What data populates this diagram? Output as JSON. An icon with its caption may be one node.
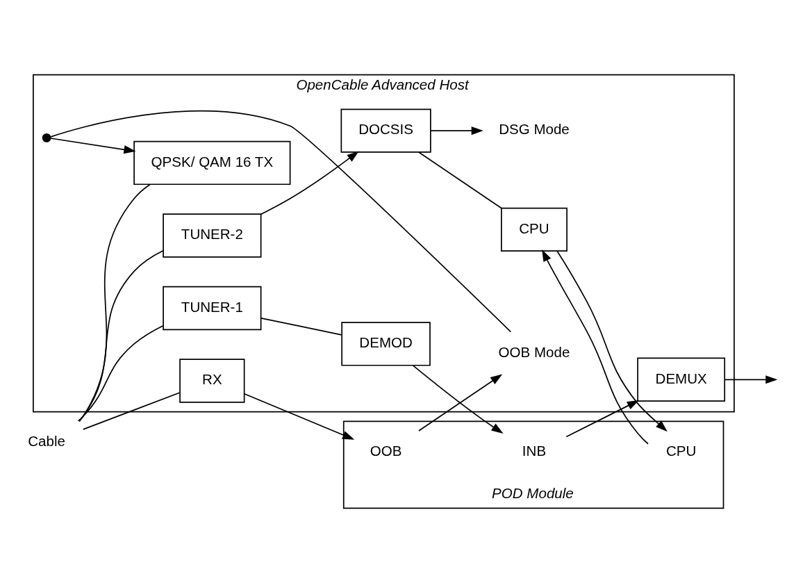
{
  "diagram": {
    "nodes": [
      {
        "text": [
          "OpenCable Advanced Host"
        ]
      },
      {
        "text": [
          "TUNER-1"
        ],
        "in": 0
      },
      {
        "text": [
          "DEMOD"
        ],
        "in": 0
      },
      {
        "text": [
          "DEMUX"
        ],
        "in": 0
      },
      {
        "text": [
          "TUNER-2"
        ],
        "in": 0
      },
      {
        "text": [
          "DOCSIS"
        ],
        "in": 0
      },
      {
        "text": [
          "CPU"
        ],
        "in": 0
      },
      {
        "text": [
          "Cable"
        ]
      },
      {
        "text": [
          "DSG Mode"
        ],
        "in": 0
      },
      {
        "text": [
          "QPSK/ QAM 16 TX"
        ],
        "in": 0
      },
      {
        "text": [],
        "shape": "circle",
        "in": 0
      },
      {
        "text": [
          "OOB Mode"
        ],
        "in": 0
      },
      {
        "text": [
          "RX"
        ],
        "in": 0
      },
      {
        "text": [
          "POD Module"
        ]
      },
      {
        "text": [
          "OOB"
        ],
        "in": 13
      },
      {
        "text": [
          "INB"
        ],
        "in": 13
      },
      {
        "text": [
          "CPU"
        ],
        "in": 13
      }
    ],
    "edges": [
      {
        "from": 7,
        "to": 1,
        "arrow": "none"
      },
      {
        "from": 7,
        "to": 4,
        "arrow": "none"
      },
      {
        "from": 7,
        "to": 9,
        "arrow": "none"
      },
      {
        "from": 7,
        "to": 12,
        "arrow": "none"
      },
      {
        "from": 1,
        "to": 2,
        "arrow": "none"
      },
      {
        "from": 2,
        "to": 15,
        "arrow": "to"
      },
      {
        "from": 15,
        "to": 3,
        "arrow": "to"
      },
      {
        "from": 3,
        "to": null,
        "arrow": "to"
      },
      {
        "from": 4,
        "to": 5,
        "arrow": "to"
      },
      {
        "from": 5,
        "to": 6,
        "arrow": "none"
      },
      {
        "from": 5,
        "to": 8,
        "arrow": "to"
      },
      {
        "from": 14,
        "to": 11,
        "arrow": "to"
      },
      {
        "from": 10,
        "to": 9,
        "arrow": "to"
      },
      {
        "from": 10,
        "to": 11,
        "arrow": "none"
      },
      {
        "from": 12,
        "to": 14,
        "arrow": "to"
      },
      {
        "from": 16,
        "to": 6,
        "arrow": "to"
      },
      {
        "from": 6,
        "to": 16,
        "arrow": "to"
      }
    ]
  }
}
